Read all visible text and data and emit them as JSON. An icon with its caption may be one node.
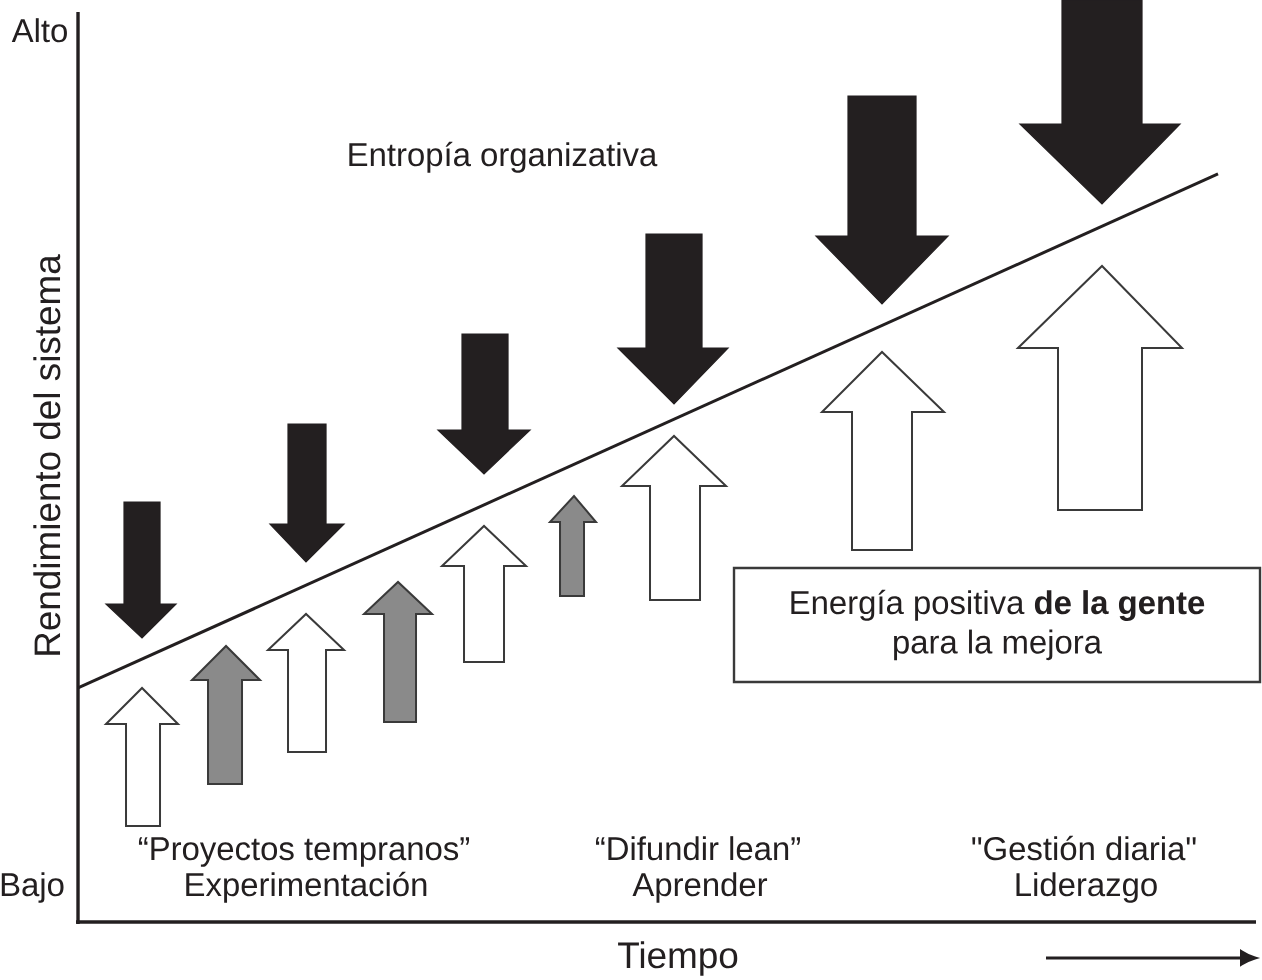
{
  "diagram": {
    "nodes": [
      {
        "text": [
          "Energía positiva **de la gente** para la mejora"
        ]
      }
    ],
    "labels": [
      "Alto",
      "Entropía organizativa",
      "Rendimiento del sistema",
      "“Proyectos tempranos”",
      "Experimentación",
      "“Difundir lean”",
      "Aprender",
      "\"Gestión diaria\"",
      "Liderazgo",
      "Bajo",
      "Tiempo"
    ]
  }
}
